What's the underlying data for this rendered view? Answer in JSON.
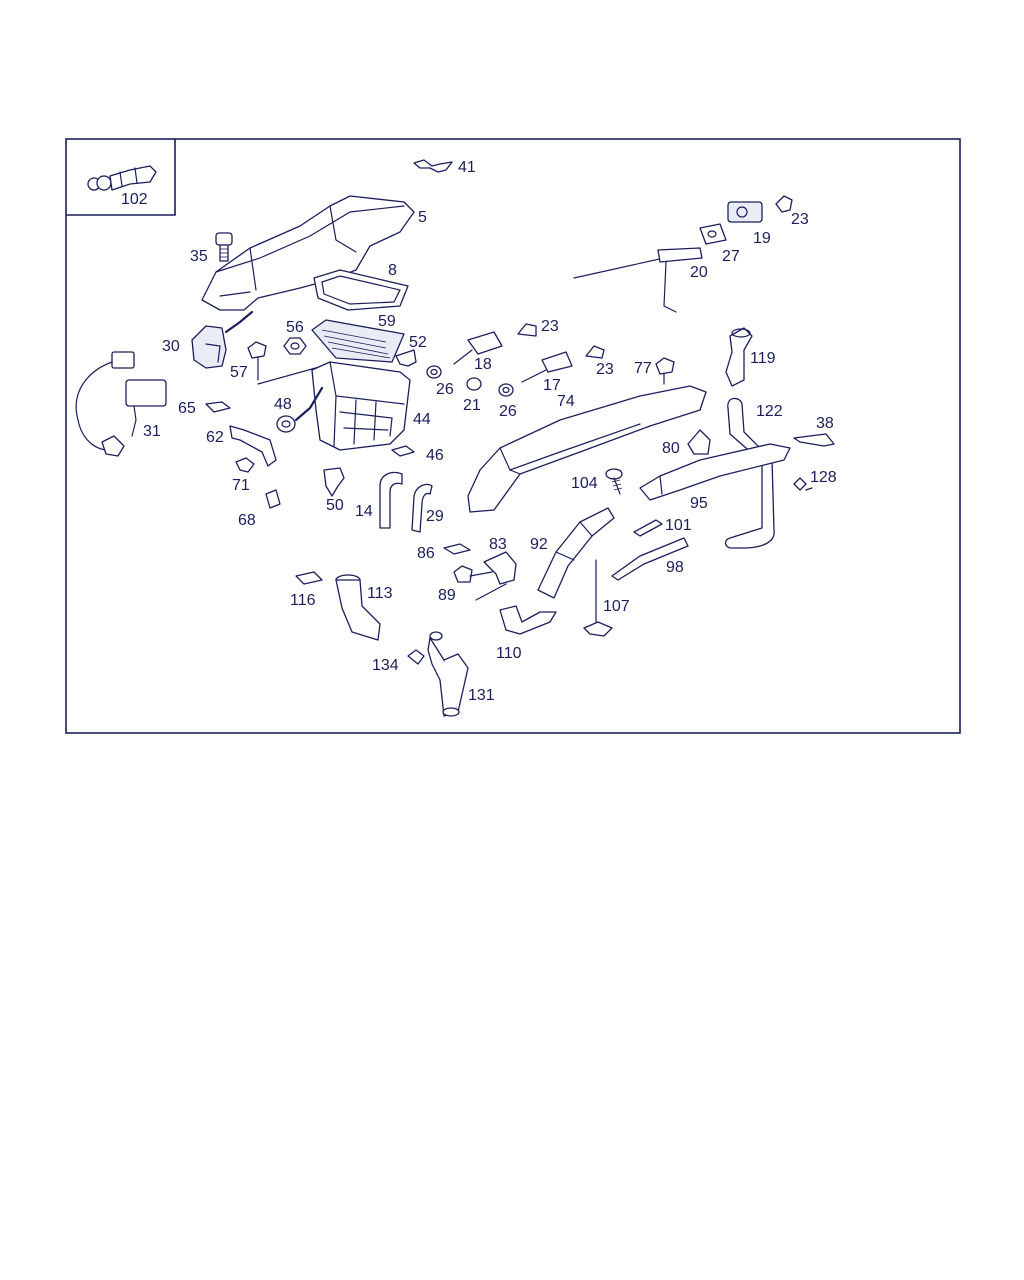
{
  "diagram": {
    "inset_label": "102",
    "callouts": [
      "41",
      "5",
      "35",
      "8",
      "19",
      "23",
      "27",
      "20",
      "30",
      "56",
      "59",
      "52",
      "23",
      "18",
      "57",
      "26",
      "21",
      "23",
      "17",
      "26",
      "74",
      "77",
      "119",
      "31",
      "65",
      "48",
      "44",
      "62",
      "122",
      "38",
      "46",
      "80",
      "71",
      "50",
      "104",
      "95",
      "128",
      "14",
      "29",
      "68",
      "101",
      "92",
      "86",
      "83",
      "98",
      "116",
      "113",
      "89",
      "107",
      "110",
      "134",
      "131"
    ]
  },
  "colors": {
    "line": "#1a1f5c",
    "background": "#ffffff"
  }
}
